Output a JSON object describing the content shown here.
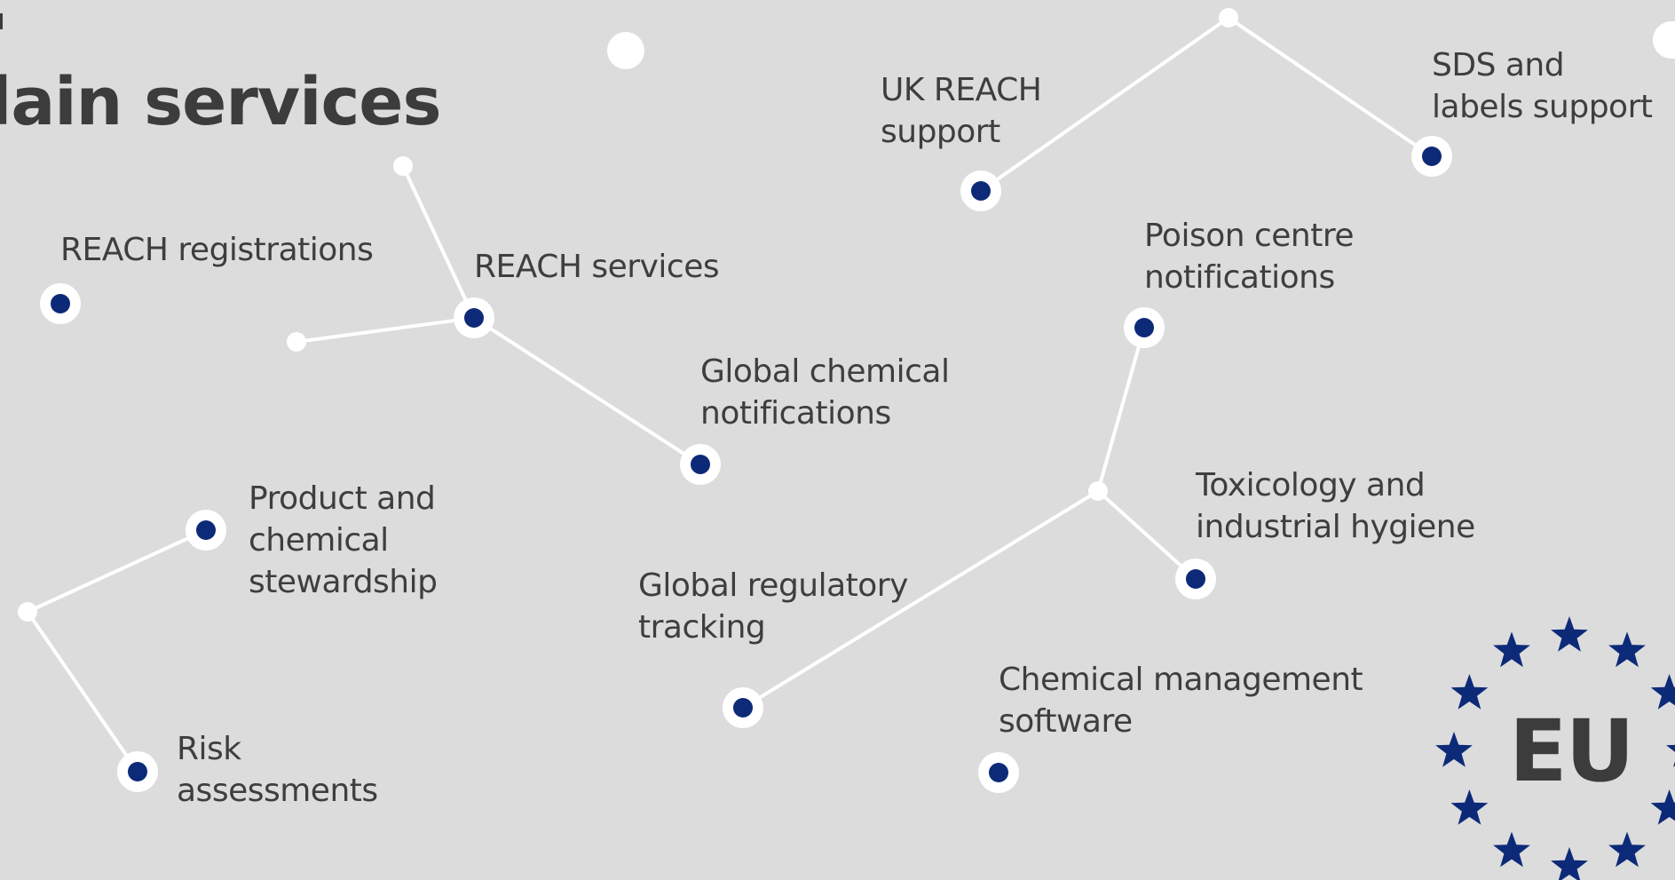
{
  "title": "lain services",
  "nodes": [
    {
      "id": "reach-registrations",
      "label": "REACH registrations"
    },
    {
      "id": "reach-services",
      "label": "REACH services"
    },
    {
      "id": "global-chemical-notifications",
      "label": "Global chemical\nnotifications"
    },
    {
      "id": "uk-reach-support",
      "label": "UK REACH\nsupport"
    },
    {
      "id": "sds-labels-support",
      "label": "SDS and\nlabels support"
    },
    {
      "id": "poison-centre-notifications",
      "label": "Poison centre\nnotifications"
    },
    {
      "id": "toxicology-industrial-hygiene",
      "label": "Toxicology and\nindustrial hygiene"
    },
    {
      "id": "global-regulatory-tracking",
      "label": "Global regulatory\ntracking"
    },
    {
      "id": "chemical-management-software",
      "label": "Chemical management\nsoftware"
    },
    {
      "id": "product-chemical-stewardship",
      "label": "Product and\nchemical\nstewardship"
    },
    {
      "id": "risk-assessments",
      "label": "Risk\nassessments"
    }
  ],
  "eu_emblem": {
    "text": "EU",
    "star_count": 12
  },
  "colors": {
    "background": "#dcdcdc",
    "line": "#ffffff",
    "node_fill": "#0d2a78",
    "star": "#0d2a78",
    "text": "#3e3e3e"
  }
}
